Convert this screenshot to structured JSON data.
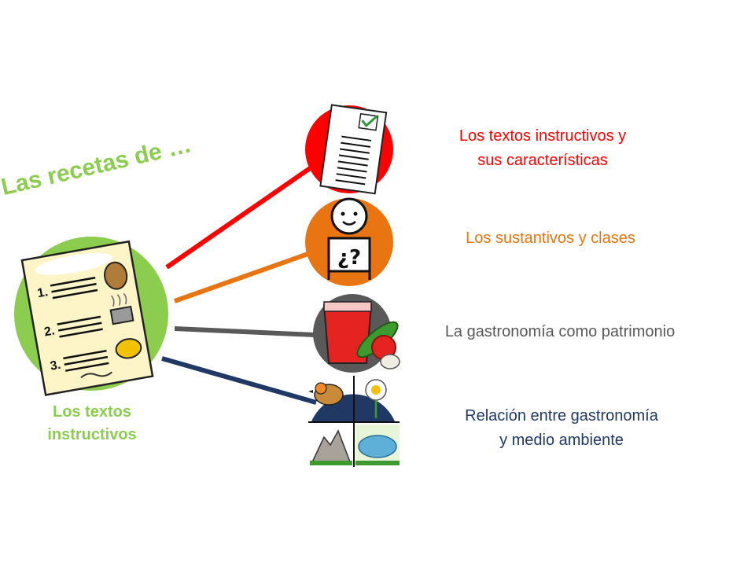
{
  "title": "Las recetas de …",
  "main": {
    "label_line1": "Los textos",
    "label_line2": "instructivos",
    "color": "#8ccc4e"
  },
  "branches": [
    {
      "line1": "Los textos instructivos y",
      "line2": "sus características",
      "color": "#ff0000",
      "icon": "checklist-icon"
    },
    {
      "line1": "Los sustantivos y clases",
      "line2": "",
      "color": "#e87512",
      "icon": "question-person-icon"
    },
    {
      "line1": "La gastronomía como patrimonio",
      "line2": "",
      "color": "#595959",
      "icon": "food-icon"
    },
    {
      "line1": "Relación entre gastronomía",
      "line2": "y medio ambiente",
      "color": "#1f3864",
      "icon": "environment-icon"
    }
  ]
}
